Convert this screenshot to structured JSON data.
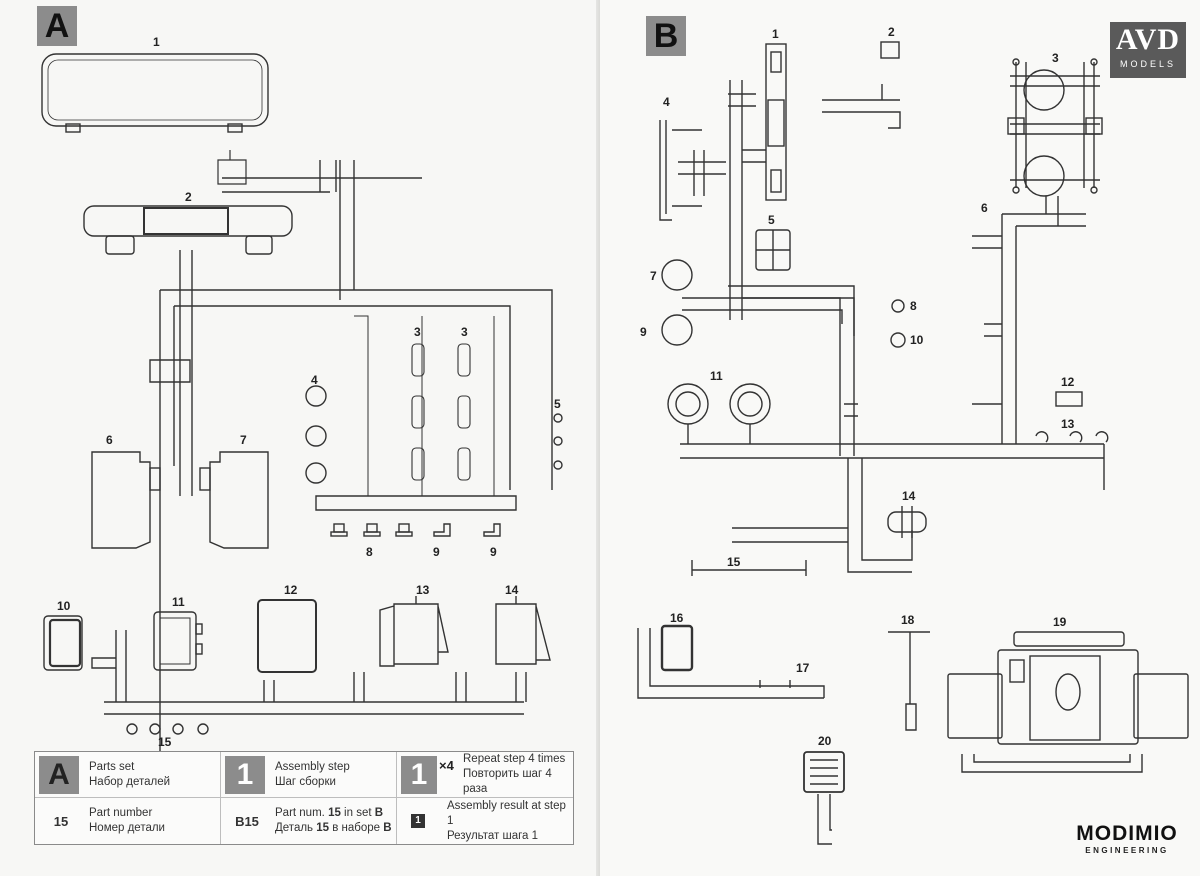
{
  "left_page": {
    "set_label": "A",
    "part_numbers": [
      "1",
      "2",
      "3",
      "3",
      "4",
      "5",
      "6",
      "7",
      "8",
      "9",
      "9",
      "10",
      "11",
      "12",
      "13",
      "14",
      "15"
    ]
  },
  "right_page": {
    "set_label": "B",
    "part_numbers": [
      "1",
      "2",
      "3",
      "4",
      "5",
      "6",
      "7",
      "8",
      "9",
      "10",
      "11",
      "12",
      "13",
      "14",
      "15",
      "16",
      "17",
      "18",
      "19",
      "20"
    ]
  },
  "logos": {
    "avd": {
      "main": "AVD",
      "sub": "MODELS"
    },
    "modimio": {
      "main": "MODIMIO",
      "sub": "ENGINEERING"
    }
  },
  "legend": {
    "parts_set": {
      "symbol": "A",
      "line1": "Parts set",
      "line2": "Набор деталей"
    },
    "assembly_step": {
      "symbol": "1",
      "line1": "Assembly step",
      "line2": "Шаг сборки"
    },
    "repeat_step": {
      "symbol": "1",
      "multiplier": "×4",
      "line1": "Repeat step 4 times",
      "line2": "Повторить шаг 4 раза"
    },
    "part_number": {
      "symbol": "15",
      "line1": "Part number",
      "line2": "Номер детали"
    },
    "part_in_set": {
      "symbol": "B15",
      "line1_pre": "Part num. ",
      "line1_num": "15",
      "line1_mid": " in set ",
      "line1_set": "B",
      "line2_pre": "Деталь ",
      "line2_num": "15",
      "line2_mid": " в наборе ",
      "line2_set": "B"
    },
    "assembly_result": {
      "symbol": "1",
      "line1": "Assembly result at step 1",
      "line2": "Результат шага 1"
    }
  },
  "colors": {
    "badge": "#8c8c8c",
    "line": "#333333",
    "dark_logo": "#5a5a5a"
  }
}
